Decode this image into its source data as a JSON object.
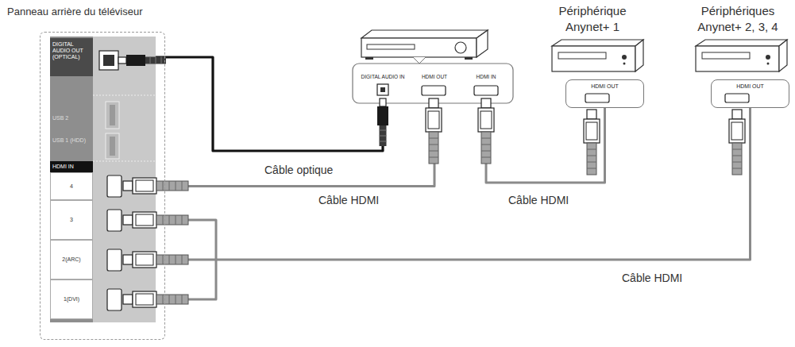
{
  "diagram": {
    "nodes": [
      {
        "text": [
          "Panneau arrière du téléviseur"
        ]
      },
      {
        "text": [
          "DIGITAL AUDIO OUT (OPTICAL)"
        ],
        "in": 0
      },
      {
        "text": [
          "USB 2"
        ],
        "in": 0
      },
      {
        "text": [
          "USB 1 (HDD)"
        ],
        "in": 0
      },
      {
        "text": [
          "HDMI IN"
        ],
        "in": 0
      },
      {
        "text": [
          "4"
        ],
        "in": 4
      },
      {
        "text": [
          "3"
        ],
        "in": 4
      },
      {
        "text": [
          "2(ARC)"
        ],
        "in": 4
      },
      {
        "text": [
          "1(DVI)"
        ],
        "in": 4
      },
      {
        "text": [
          "DIGITAL AUDIO IN"
        ]
      },
      {
        "text": [
          "HDMI OUT"
        ]
      },
      {
        "text": [
          "HDMI IN"
        ]
      },
      {
        "text": [
          "Périphérique Anynet+ 1",
          "HDMI OUT"
        ]
      },
      {
        "text": [
          "Périphériques Anynet+ 2, 3, 4",
          "HDMI OUT"
        ]
      }
    ],
    "edges": [
      {
        "from": 1,
        "to": 9,
        "arrow": "none",
        "label": "Câble optique"
      },
      {
        "from": 5,
        "to": 10,
        "arrow": "none",
        "label": "Câble HDMI"
      },
      {
        "from": 11,
        "to": 12,
        "arrow": "none",
        "label": "Câble HDMI"
      },
      {
        "from": 7,
        "to": 13,
        "arrow": "none",
        "label": "Câble HDMI"
      },
      {
        "from": 6,
        "to": 8,
        "arrow": "none"
      }
    ]
  }
}
